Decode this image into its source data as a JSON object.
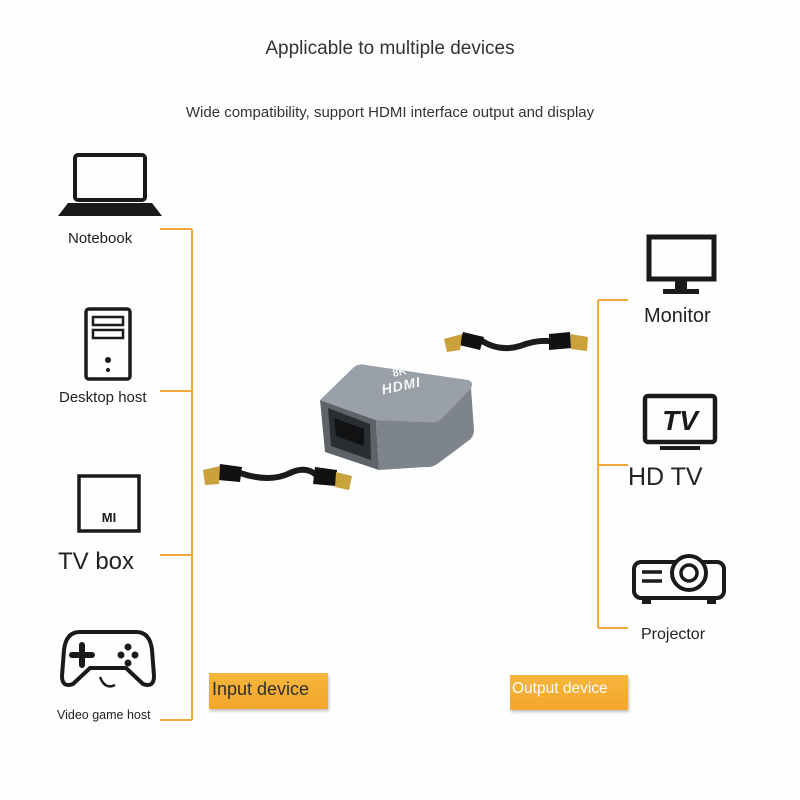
{
  "header": {
    "title": "Applicable to multiple devices",
    "subtitle": "Wide compatibility, support HDMI interface output and display"
  },
  "input_devices": [
    {
      "label": "Notebook",
      "icon": "laptop-icon"
    },
    {
      "label": "Desktop host",
      "icon": "desktop-tower-icon"
    },
    {
      "label": "TV box",
      "icon": "tv-box-icon"
    },
    {
      "label": "Video game host",
      "icon": "gamepad-icon"
    }
  ],
  "output_devices": [
    {
      "label": "Monitor",
      "icon": "monitor-icon"
    },
    {
      "label": "HD TV",
      "icon": "tv-icon"
    },
    {
      "label": "Projector",
      "icon": "projector-icon"
    }
  ],
  "badges": {
    "input": "Input device",
    "output": "Output device"
  },
  "adapter": {
    "line1": "8K",
    "line2": "HDMI"
  },
  "tv_box_logo": "MI",
  "tv_icon_text": "TV",
  "colors": {
    "connector_line": "#f2a93b",
    "badge": "#f4ae33",
    "icon": "#1a1a1a",
    "adapter_body": "#8a8f96"
  }
}
